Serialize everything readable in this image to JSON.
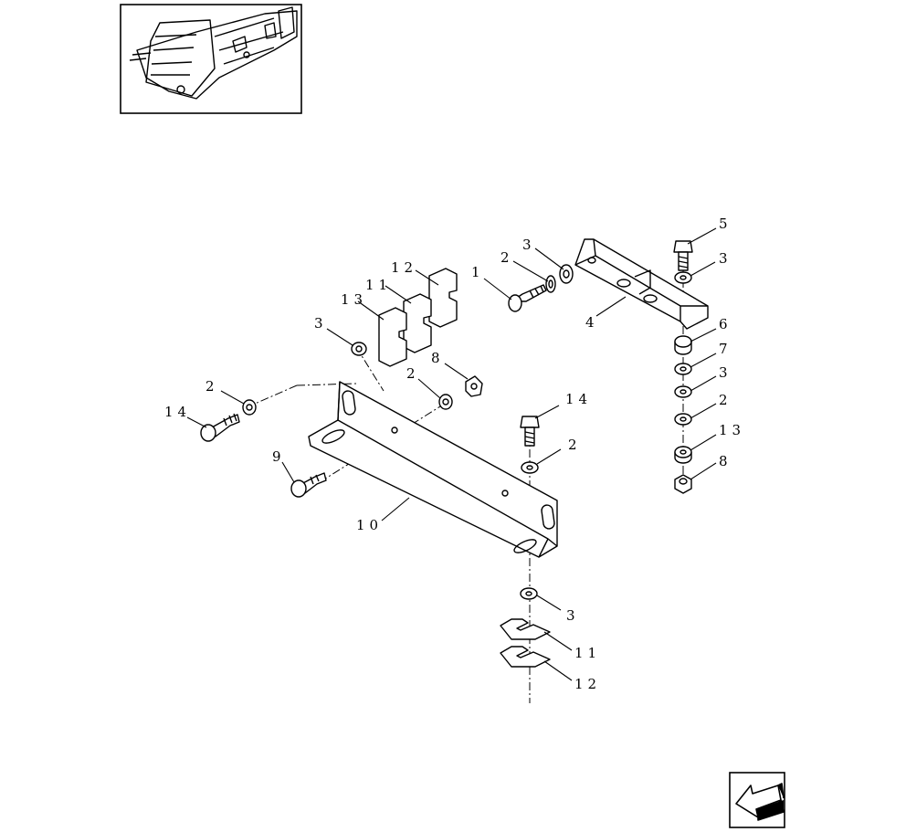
{
  "thumbnail": {
    "icon": "machine-frame-overview-thumbnail"
  },
  "nav_button": {
    "icon": "previous-page-arrow-icon"
  },
  "callouts": [
    {
      "id": "c1",
      "text": "1"
    },
    {
      "id": "c2a",
      "text": "2"
    },
    {
      "id": "c3a",
      "text": "3"
    },
    {
      "id": "c4",
      "text": "4"
    },
    {
      "id": "c5",
      "text": "5"
    },
    {
      "id": "c3b",
      "text": "3"
    },
    {
      "id": "c6",
      "text": "6"
    },
    {
      "id": "c7",
      "text": "7"
    },
    {
      "id": "c3c",
      "text": "3"
    },
    {
      "id": "c2b",
      "text": "2"
    },
    {
      "id": "c13a",
      "text": "13"
    },
    {
      "id": "c8a",
      "text": "8"
    },
    {
      "id": "c12a",
      "text": "12"
    },
    {
      "id": "c11a",
      "text": "11"
    },
    {
      "id": "c13b",
      "text": "13"
    },
    {
      "id": "c3d",
      "text": "3"
    },
    {
      "id": "c8b",
      "text": "8"
    },
    {
      "id": "c2c",
      "text": "2"
    },
    {
      "id": "c2d",
      "text": "2"
    },
    {
      "id": "c14a",
      "text": "14"
    },
    {
      "id": "c9",
      "text": "9"
    },
    {
      "id": "c10",
      "text": "10"
    },
    {
      "id": "c14b",
      "text": "14"
    },
    {
      "id": "c2e",
      "text": "2"
    },
    {
      "id": "c3e",
      "text": "3"
    },
    {
      "id": "c11b",
      "text": "11"
    },
    {
      "id": "c12b",
      "text": "12"
    }
  ]
}
